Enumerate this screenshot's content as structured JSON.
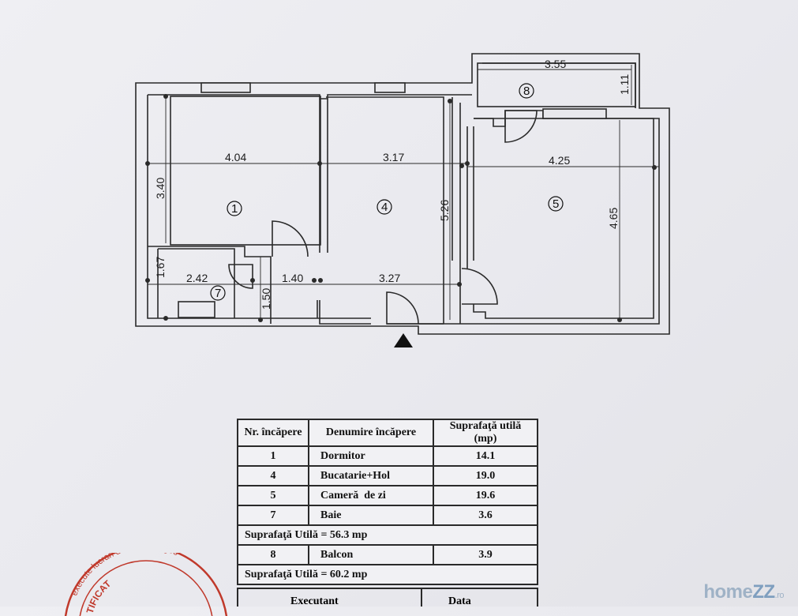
{
  "plan": {
    "dimensions": {
      "room1_width": "4.04",
      "room1_height": "3.40",
      "room4_width": "3.17",
      "room4_height": "5.26",
      "room5_width": "4.25",
      "room5_height": "4.65",
      "balcony_width": "3.55",
      "balcony_depth": "1.11",
      "bath_height": "1.67",
      "bath_width": "2.42",
      "hall_width_a": "1.40",
      "hall_width_b": "3.27",
      "hall_depth": "1.50"
    },
    "rooms": [
      {
        "num": "1"
      },
      {
        "num": "4"
      },
      {
        "num": "5"
      },
      {
        "num": "7"
      },
      {
        "num": "8"
      }
    ],
    "entrance_marker": "entrance-triangle"
  },
  "table": {
    "headers": [
      "Nr. încăpere",
      "Denumire încăpere",
      "Suprafaţă utilă (mp)"
    ],
    "rows": [
      {
        "nr": "1",
        "name": "Dormitor",
        "area": "14.1"
      },
      {
        "nr": "4",
        "name": "Bucatarie+Hol",
        "area": "19.0"
      },
      {
        "nr": "5",
        "name": "Cameră  de zi",
        "area": "19.6"
      },
      {
        "nr": "7",
        "name": "Baie",
        "area": "3.6"
      }
    ],
    "subtotal": "Suprafaţă Utilă = 56.3 mp",
    "balcony_row": {
      "nr": "8",
      "name": "Balcon",
      "area": "3.9"
    },
    "total": "Suprafaţă Utilă = 60.2 mp",
    "footer": {
      "executant": "Executant",
      "data": "Data"
    }
  },
  "stamp": {
    "text": "execute lucrari de cadastru geo",
    "text2": "TIFICAT",
    "color": "#c0392b"
  },
  "watermark": {
    "part1": "home",
    "part2": "ZZ",
    "part3": ".ro"
  }
}
